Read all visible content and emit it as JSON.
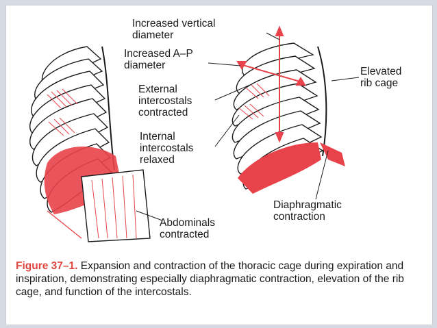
{
  "labels": {
    "vertical": [
      "Increased vertical",
      "diameter"
    ],
    "ap": [
      "Increased A–P",
      "diameter"
    ],
    "external": [
      "External",
      "intercostals",
      "contracted"
    ],
    "internal": [
      "Internal",
      "intercostals",
      "relaxed"
    ],
    "elevated": [
      "Elevated",
      "rib cage"
    ],
    "diaphragm": [
      "Diaphragmatic",
      "contraction"
    ],
    "abdominals": [
      "Abdominals",
      "contracted"
    ]
  },
  "caption": {
    "figure": "Figure 37–1.",
    "text": "Expansion and contraction of the thoracic cage during expiration and inspiration, demonstrating especially diaphragmatic contraction, elevation of the rib cage, and function of the intercostals."
  },
  "colors": {
    "accent": "#e8424a",
    "ink": "#1a1a1a",
    "background": "#d6dbe3"
  }
}
